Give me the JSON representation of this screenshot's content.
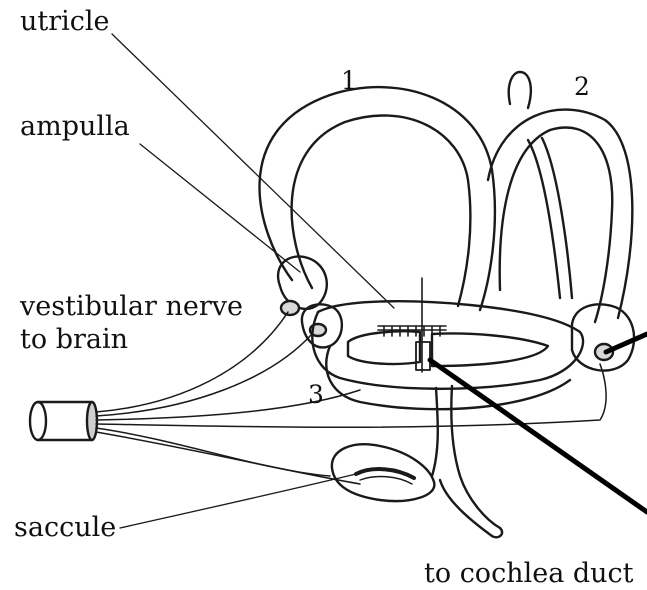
{
  "labels": {
    "utricle": "utricle",
    "ampulla": "ampulla",
    "vestibular_nerve_line1": "vestibular nerve",
    "vestibular_nerve_line2": "to brain",
    "saccule": "saccule",
    "cochlea_duct": "to cochlea duct"
  },
  "canal_numbers": {
    "canal_1": "1",
    "canal_2": "2",
    "canal_3": "3"
  }
}
